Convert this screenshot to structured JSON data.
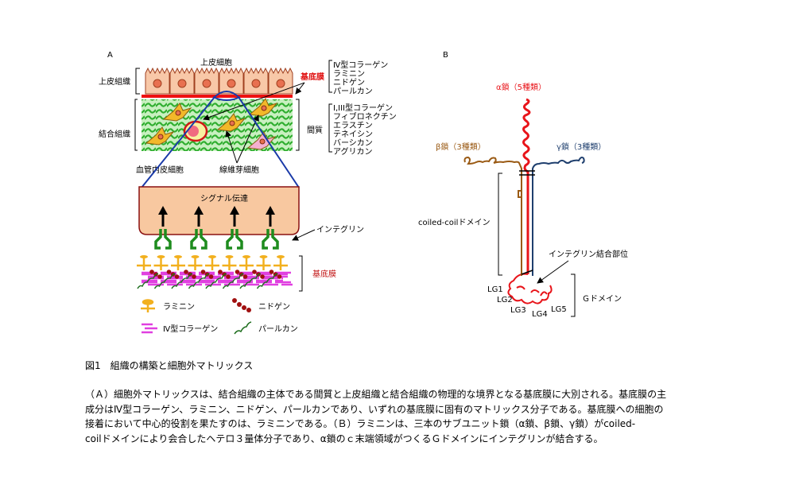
{
  "panel_a": {
    "label": "A",
    "epithelial_cell": "上皮細胞",
    "epithelial_tissue": "上皮組織",
    "connective_tissue": "結合組織",
    "basement_membrane": "基底膜",
    "bm_components": [
      "Ⅳ型コラーゲン",
      "ラミニン",
      "ニドゲン",
      "パールカン"
    ],
    "interstitium": "間質",
    "interstitium_components": [
      "I,III型コラーゲン",
      "フィブロネクチン",
      "エラスチン",
      "テネイシン",
      "バーシカン",
      "アグリカン"
    ],
    "endothelial_cell": "血管内皮細胞",
    "fibroblast": "線維芽細胞",
    "signal": "シグナル伝達",
    "integrin": "インテグリン",
    "basement_membrane_2": "基底膜",
    "legend": {
      "laminin": "ラミニン",
      "nidogen": "ニドゲン",
      "collagen4": "Ⅳ型コラーゲン",
      "perlecan": "パールカン"
    }
  },
  "panel_b": {
    "label": "B",
    "alpha": "α鎖（5種類）",
    "beta": "β鎖（3種類）",
    "gamma": "γ鎖（3種類）",
    "coiled_coil": "coiled-coilドメイン",
    "integrin_site": "インテグリン結合部位",
    "g_domain": "Ｇドメイン",
    "lg": [
      "LG1",
      "LG2",
      "LG3",
      "LG4",
      "LG5"
    ]
  },
  "colors": {
    "alpha": "#e8141a",
    "beta": "#9a5a14",
    "gamma": "#1f3f6e",
    "membrane": "#ee1111",
    "tissue": "#3cb83c",
    "signal_box": "#f8c8a0",
    "integrin": "#1e8c1e",
    "laminin": "#f2b01e",
    "collagen": "#e040e0",
    "nidogen": "#a01010"
  },
  "caption": "図1　組織の構築と細胞外マトリックス",
  "paragraph_lines": [
    "（Ａ）細胞外マトリックスは、結合組織の主体である間質と上皮組織と結合組織の物理的な境界となる基底膜に大別される。基底膜の主",
    "成分はⅣ型コラーゲン、ラミニン、ニドゲン、パールカンであり、いずれの基底膜に固有のマトリックス分子である。基底膜への細胞の",
    "接着において中心的役割を果たすのは、ラミニンである。（Ｂ）ラミニンは、三本のサブユニット鎖（α鎖、β鎖、γ鎖）がcoiled-",
    "coilドメインにより会合したヘテロ３量体分子であり、α鎖のｃ末端領域がつくるＧドメインにインテグリンが結合する。"
  ]
}
